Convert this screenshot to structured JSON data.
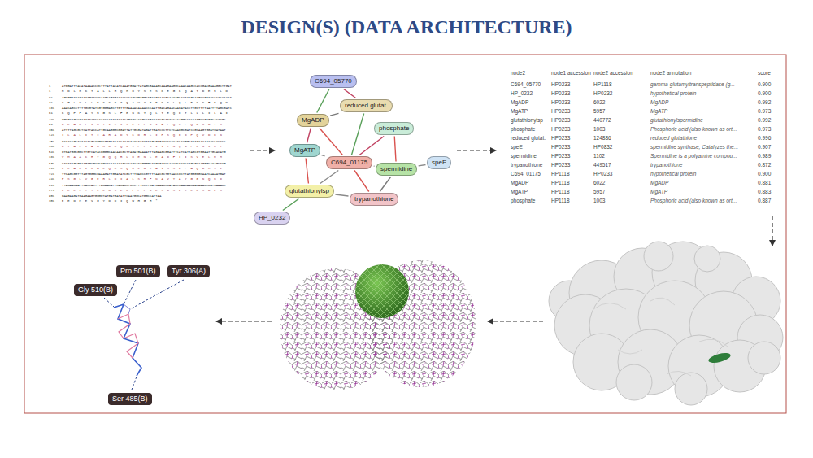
{
  "diagram": {
    "title": "DESIGN(S) (DATA ARCHITECTURE)",
    "nodes": [
      {
        "text": [
          "C694_05770"
        ]
      },
      {
        "text": [
          "reduced glutat."
        ]
      },
      {
        "text": [
          "MgADP"
        ]
      },
      {
        "text": [
          "phosphate"
        ]
      },
      {
        "text": [
          "MgATP"
        ]
      },
      {
        "text": [
          "C694_01175"
        ]
      },
      {
        "text": [
          "spermidine"
        ]
      },
      {
        "text": [
          "speE"
        ]
      },
      {
        "text": [
          "glutathionylsp"
        ]
      },
      {
        "text": [
          "trypanothione"
        ]
      },
      {
        "text": [
          "HP_0232"
        ]
      },
      {
        "text": [
          "Gly 510(B)"
        ]
      },
      {
        "text": [
          "Pro 501(B)"
        ]
      },
      {
        "text": [
          "Tyr 306(A)"
        ]
      },
      {
        "text": [
          "Ser 485(B)"
        ]
      }
    ],
    "edges": [
      {
        "from": 5,
        "to": 2,
        "arrow": "none"
      },
      {
        "from": 5,
        "to": 4,
        "arrow": "none"
      },
      {
        "from": 5,
        "to": 1,
        "arrow": "none"
      },
      {
        "from": 5,
        "to": 3,
        "arrow": "none"
      },
      {
        "from": 5,
        "to": 6,
        "arrow": "none"
      },
      {
        "from": 5,
        "to": 9,
        "arrow": "none"
      },
      {
        "from": 5,
        "to": 8,
        "arrow": "none"
      },
      {
        "from": 10,
        "to": 8,
        "arrow": "none"
      },
      {
        "from": 2,
        "to": 4,
        "arrow": "none"
      },
      {
        "from": 2,
        "to": 1,
        "arrow": "none"
      },
      {
        "from": 3,
        "to": 6,
        "arrow": "none"
      },
      {
        "from": 8,
        "to": 9,
        "arrow": "none"
      },
      {
        "from": 0,
        "to": 2,
        "arrow": "none"
      },
      {
        "from": 0,
        "to": 1,
        "arrow": "none"
      },
      {
        "from": 6,
        "to": 9,
        "arrow": "none"
      },
      {
        "from": 4,
        "to": 8,
        "arrow": "none"
      },
      {
        "from": 7,
        "to": 6,
        "arrow": "none"
      }
    ],
    "labels": [
      "1",
      "ATGGATTTACATAAAACCGCTTTATTACATCAAATGGATTATAGCGAAAGCAAAGAAGGCAAACAAGCCACCGACGAAAGGCTTGAT",
      "1",
      "M D L H K T A L L H Q M D Y S E S K E G K Q A T D E R L D",
      "91",
      "AGCGGTTTAGATTTGTTAGAAAGCAGTGAAACCCAAGCGGTGGCTGAAGAAAAGAAATTGCAATTAGAATGCAGTTTCCCTCAAAAT",
      "31",
      "S G L D L L E S S E T Q A V A E E K K L Q L E C S F P Q N",
      "181",
      "AAACAGCCTTTTGCGTATCGTGGGAGCTTGTTTGAAAACAAAACCCAATTGACAGAACAAGATACCTTGCTTTTAATTTTAGCGATC",
      "61",
      "K Q P F A Y R G S L F E N K T Q L T E Q D T L L L I L A I",
      "271",
      "GGCGAAGCCGATTTTATCCATACCATTTTAATCAGTGAAACGCCTGATATCGCTTTCCAAAGGCCACAAGGCAGAGGCACTAGC",
      "91",
      "G E A D F I H T I L I S E T P D I A F Q R P Q G R G T S",
      "361",
      "ATTTTAGCGCTCATTACCATTGCAAGGGCGGATTATTGCGATAGATTGATCCCTTCTCAAGGCGATCCGCAAGTGGATGATAAT",
      "121",
      "I L A L I T I A R A D Y C D R L I P S Q G D P Q V D D N",
      "451",
      "GATACCGCTTTAATCGCTGGGCGTGATAAACAAAATATCTTTTTTAGCGTGATCACTAATCAAGGCTTTGAAAATATCCACACC",
      "151",
      "D T A L I A G R D K Q N I F F S V I T N Q G F E N I H T",
      "541",
      "GTGATGGCGGCTTGTCATACGGGGCAACAACGCTTAGATGAAAATTTAGAAGCGGATTTCATCATTAGCGTGGAATTGCACATG",
      "181",
      "V M A A C H T G Q Q R L D E N L E A D F I I S V E L H M",
      "631",
      "CTTTTAGCGGATGTGCGAGCGGAACAAAAAAGCCAAGATTTGGGGCTTGCGATCCATAGCGATCCTGCGCAAGGGCATAGCTTG",
      "211",
      "L L A D V R A E Q K S Q D L G L A I H S D P A Q G H S L",
      "721",
      "TTCAGCGGTTTAGTGGGCGAAAGATTGGATATCGCTTTGAGCCGTTTTAACGCTGTAACCGCTTATGGGGGCAATCAAAATGAT",
      "241",
      "F S G L V G E R L D I A L S R F N A V T A Y G G N Q N D",
      "811",
      "TTAGAAGAATTGACCACTTTAGAAGATTCAGAGCTGCCTTTCCCTGATGAAAGCGATAGCGAAGAAGAAGAAAGCGATGAAAGC",
      "271",
      "L E E L T T L E D S E L P F P D E S D S E E E E S D E S",
      "901",
      "GAAGAAGATGAAGAAGTGGGGTATGATGATATTCAATGGCATGGCCATTAA",
      "301",
      "E E D E E V G Y D D I Q W H G H *",
      "node2",
      "node1 accession",
      "node2 accession",
      "node2 annotation",
      "score",
      "C694_05770",
      "HP0233",
      "HP1118",
      "gamma-glutamyltranspeptidase (g...",
      "0.900",
      "HP_0232",
      "HP0233",
      "HP0232",
      "hypothetical protein",
      "0.900",
      "MgADP",
      "HP0233",
      "6022",
      "MgADP",
      "0.992",
      "MgATP",
      "HP0233",
      "5957",
      "MgATP",
      "0.973",
      "glutathionylsp",
      "HP0233",
      "440772",
      "glutathionylspermidine",
      "0.992",
      "phosphate",
      "HP0233",
      "1003",
      "Phosphoric acid (also known as ort...",
      "0.973",
      "reduced glutat.",
      "HP0233",
      "124886",
      "reduced glutathione",
      "0.996",
      "speE",
      "HP0233",
      "HP0832",
      "spermidine synthase; Catalyzes the...",
      "0.907",
      "spermidine",
      "HP0233",
      "1102",
      "Spermidine is a polyamine compou...",
      "0.989",
      "trypanothione",
      "HP0233",
      "449517",
      "trypanothione",
      "0.872",
      "C694_01175",
      "HP1118",
      "HP0233",
      "hypothetical protein",
      "0.900",
      "MgADP",
      "HP1118",
      "6022",
      "MgADP",
      "0.881",
      "MgATP",
      "HP1118",
      "5957",
      "MgATP",
      "0.883",
      "phosphate",
      "HP1118",
      "1003",
      "Phosphoric acid (also known as ort...",
      "0.887"
    ]
  }
}
